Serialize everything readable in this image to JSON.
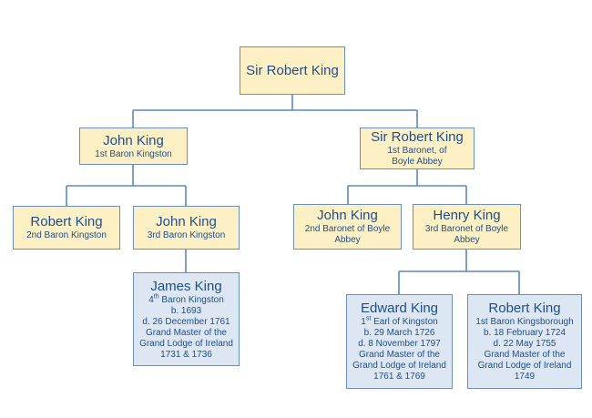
{
  "tree": {
    "root": {
      "name": "Sir Robert King"
    },
    "left": {
      "name": "John King",
      "subtitle": "1st Baron Kingston"
    },
    "right": {
      "name": "Sir Robert King",
      "subtitle": "1st Baronet, of Boyle Abbey"
    },
    "ll": {
      "name": "Robert King",
      "subtitle": "2nd Baron Kingston"
    },
    "lr": {
      "name": "John King",
      "subtitle": "3rd Baron Kingston"
    },
    "rl": {
      "name": "John King",
      "subtitle": "2nd Baronet of Boyle Abbey"
    },
    "rr": {
      "name": "Henry King",
      "subtitle": "3rd Baronet of Boyle Abbey"
    },
    "james": {
      "name": "James King",
      "ord_num": "4",
      "ord_suffix": "th",
      "ord_title": " Baron Kingston",
      "lines": [
        "b. 1693",
        "d. 26 December 1761",
        "Grand Master of the",
        "Grand Lodge of Ireland",
        "1731 & 1736"
      ]
    },
    "edward": {
      "name": "Edward King",
      "ord_num": "1",
      "ord_suffix": "st",
      "ord_title": " Earl of Kingston",
      "lines": [
        "b. 29 March 1726",
        "d. 8 November 1797",
        "Grand Master of the",
        "Grand Lodge of Ireland",
        "1761 & 1769"
      ]
    },
    "robert2": {
      "name": "Robert King",
      "lines": [
        "1st Baron Kingsborough",
        "b. 18 February 1724",
        "d. 22 May 1755",
        "Grand Master of the",
        "Grand Lodge of Ireland",
        "1749"
      ]
    }
  },
  "colors": {
    "yellow_box": "#fdf0c4",
    "blue_box": "#dce7f3",
    "border": "#6c8ebf",
    "text": "#1f4e8c",
    "connector": "#5b87c5"
  }
}
